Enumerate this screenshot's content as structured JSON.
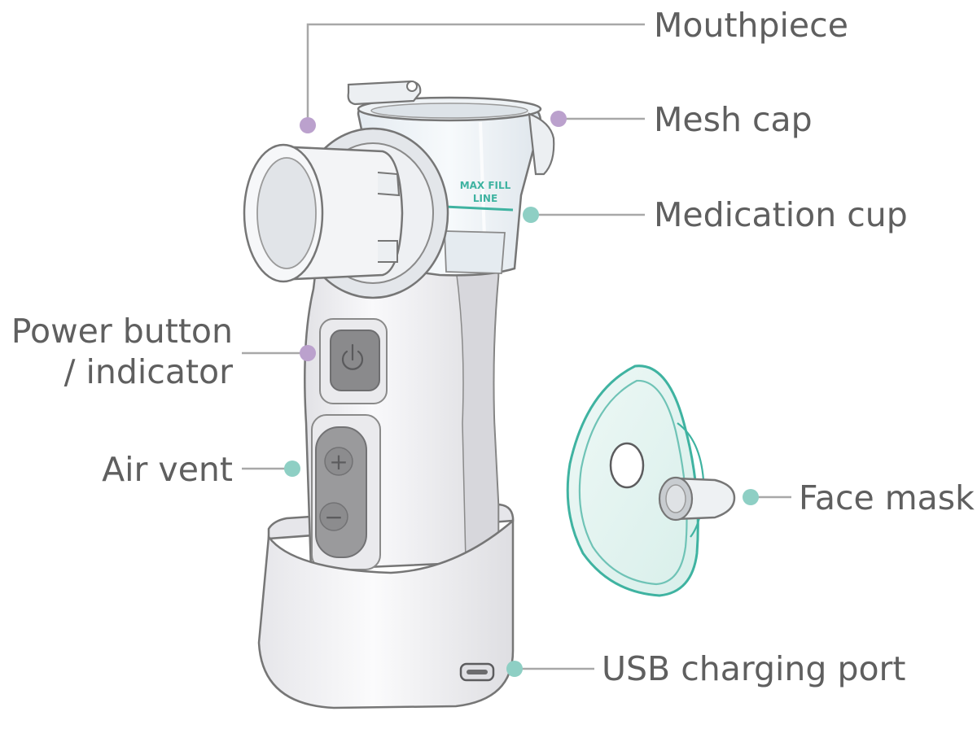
{
  "labels": {
    "mouthpiece": "Mouthpiece",
    "mesh_cap": "Mesh cap",
    "medication_cup": "Medication cup",
    "power_line1": "Power button",
    "power_line2": "/ indicator",
    "air_vent": "Air vent",
    "face_mask": "Face mask",
    "usb_port": "USB charging port"
  },
  "device_text": {
    "max_fill_1": "MAX FILL",
    "max_fill_2": "LINE",
    "plus": "+",
    "minus": "−"
  },
  "colors": {
    "purple_dot": "#bba1cd",
    "teal_dot": "#8ecfc4",
    "teal_accent": "#3fb3a1",
    "leader": "#a8a8a8",
    "outline": "#767676",
    "body_fill": "#f1f1f3",
    "label_text": "#5f5f5f"
  }
}
